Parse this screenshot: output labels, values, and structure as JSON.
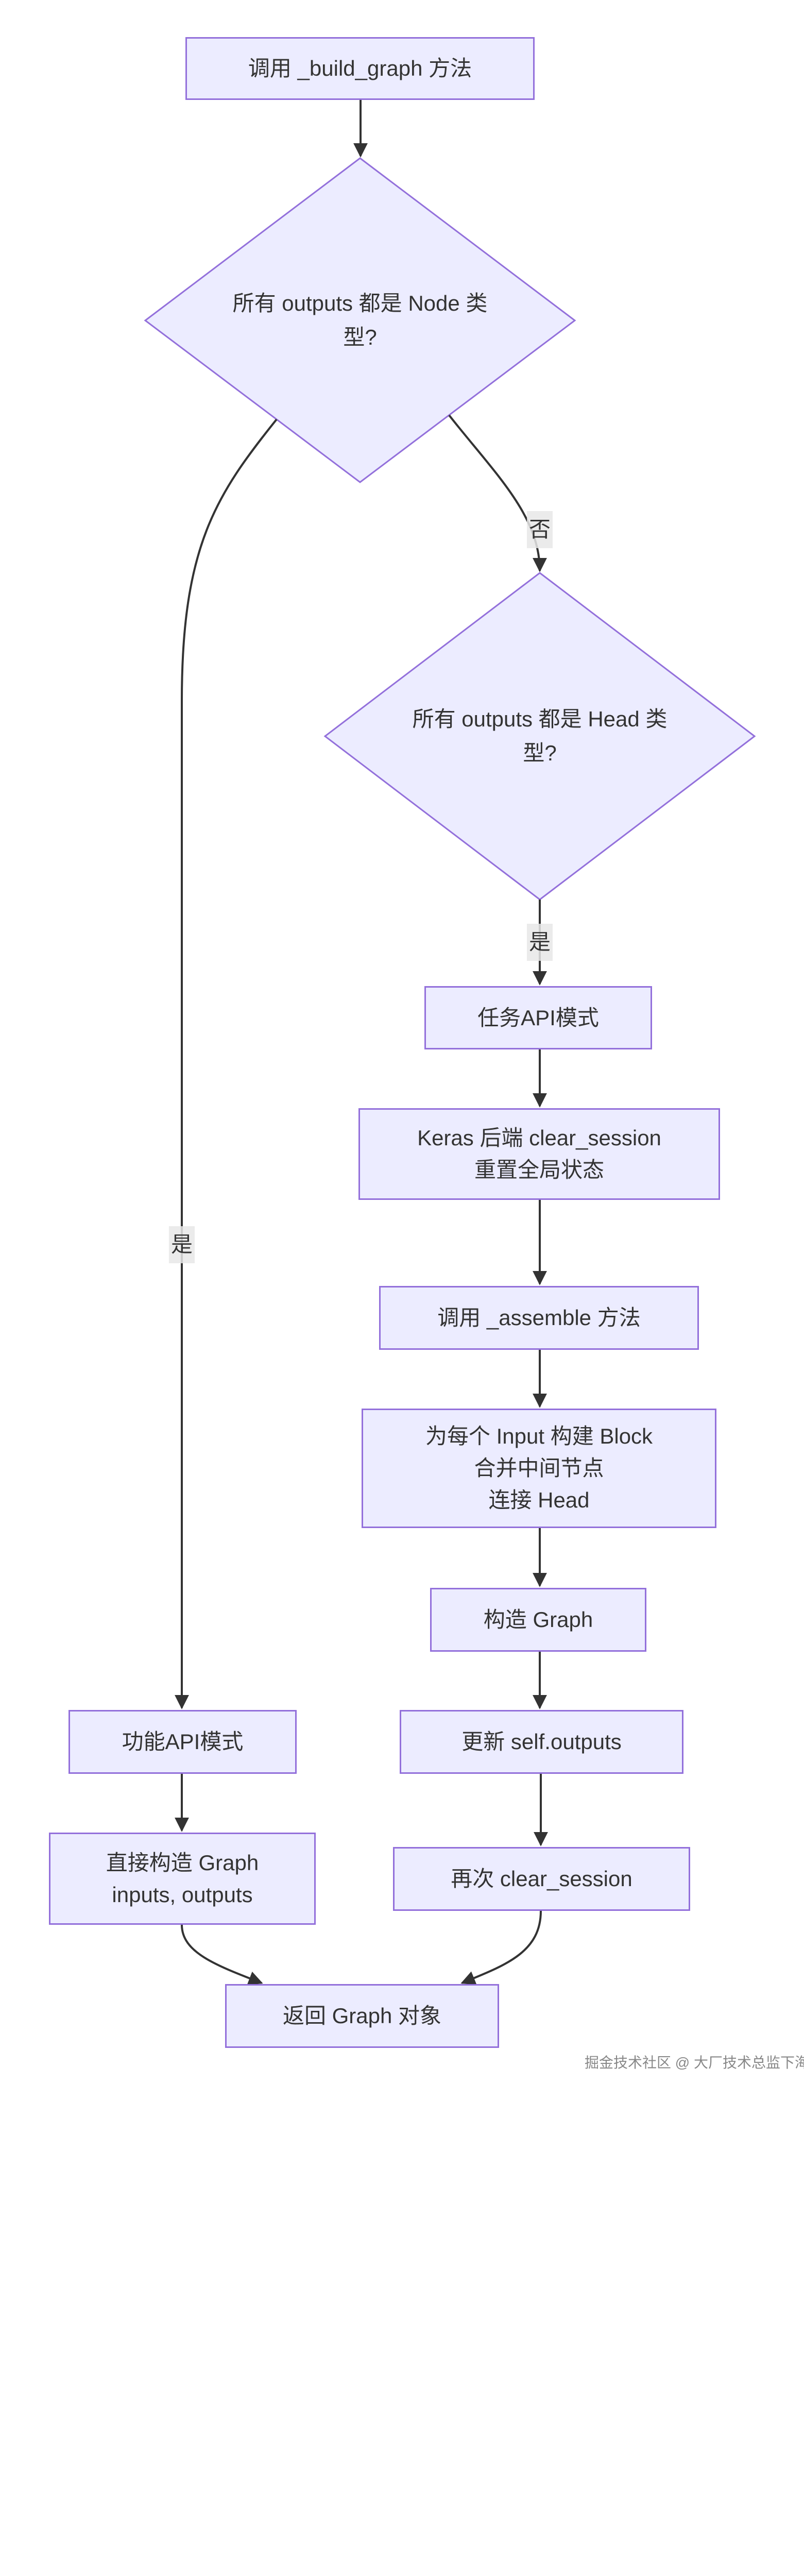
{
  "colors": {
    "node_fill": "#ECECFF",
    "node_stroke": "#9370DB",
    "edge": "#333333",
    "text": "#333333"
  },
  "nodes": {
    "start": "调用 _build_graph 方法",
    "decision_node": "所有 outputs 都是 Node 类\n型?",
    "decision_head": "所有 outputs 都是 Head 类\n型?",
    "task_api": "任务API模式",
    "clear_session": "Keras 后端 clear_session\n重置全局状态",
    "assemble": "调用 _assemble 方法",
    "build_blocks": "为每个 Input 构建 Block\n合并中间节点\n连接 Head",
    "construct_graph": "构造 Graph",
    "update_outputs": "更新 self.outputs",
    "clear_again": "再次 clear_session",
    "functional_api": "功能API模式",
    "direct_construct": "直接构造 Graph\ninputs, outputs",
    "return_graph": "返回 Graph 对象"
  },
  "edge_labels": {
    "no": "否",
    "yes_head": "是",
    "yes_node": "是"
  },
  "watermark": "掘金技术社区 @ 大厂技术总监下海"
}
